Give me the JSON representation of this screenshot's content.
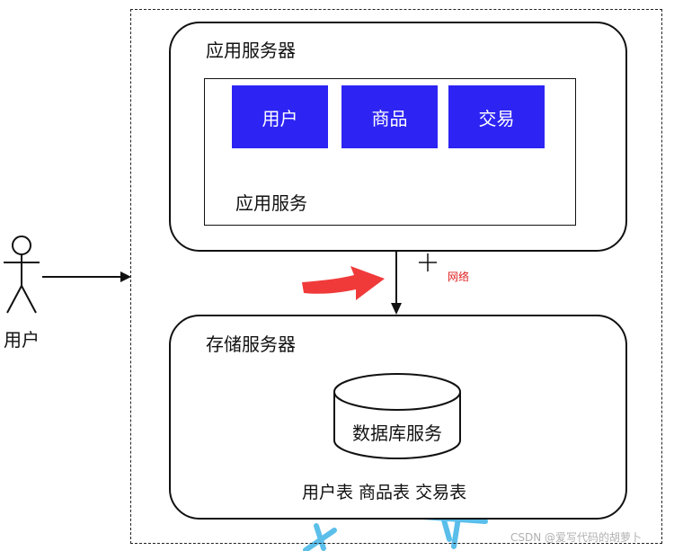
{
  "user": {
    "label": "用户"
  },
  "app_server": {
    "title": "应用服务器",
    "modules": [
      "用户",
      "商品",
      "交易"
    ],
    "inner_label": "应用服务"
  },
  "network": {
    "label": "网络"
  },
  "storage_server": {
    "title": "存储服务器",
    "database_label": "数据库服务",
    "tables_label": "用户表 商品表 交易表"
  },
  "watermark": {
    "text": "CSDN @爱写代码的胡萝卜"
  },
  "colors": {
    "module_fill": "#2d24f4",
    "red_arrow": "#f03a3a",
    "network_label": "#e02020",
    "watermark_stroke": "#4ab8e8"
  }
}
